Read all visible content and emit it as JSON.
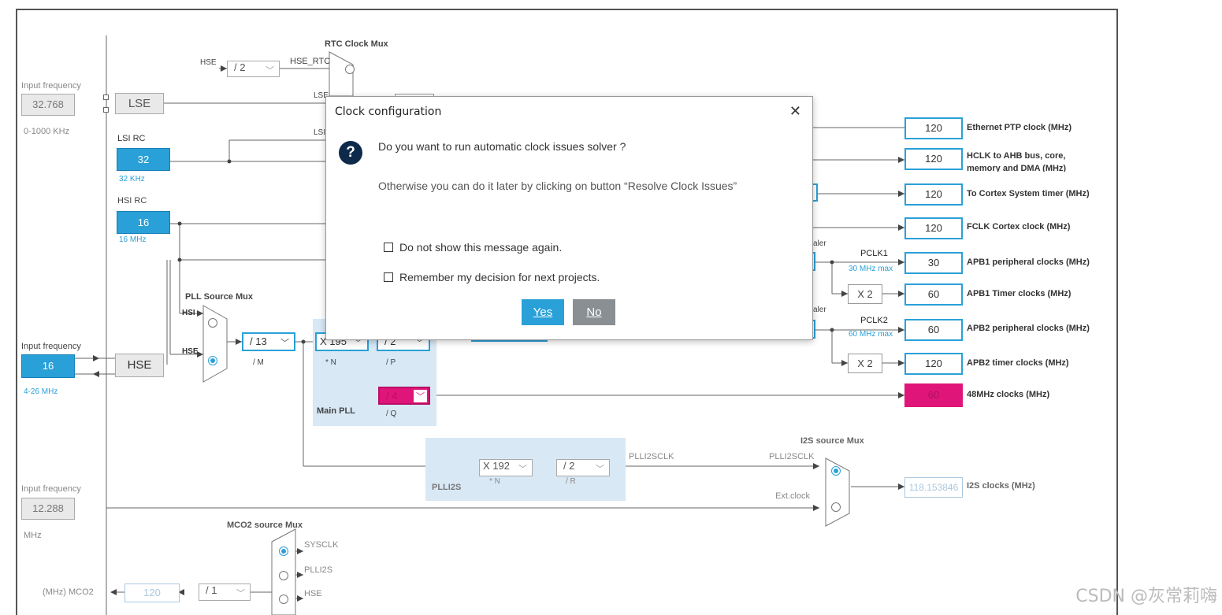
{
  "diagram": {
    "rtc_mux_label": "RTC Clock Mux",
    "hse_label": "HSE",
    "hse_div": "/ 2",
    "hse_rtc": "HSE_RTC",
    "lse_label": "LSE",
    "lsi_label": "LSI",
    "lse_input_label": "Input frequency",
    "lse_input_value": "32.768",
    "lse_range": "0-1000 KHz",
    "lse_box": "LSE",
    "lsi_rc_label": "LSI RC",
    "lsi_value": "32",
    "lsi_freq": "32 KHz",
    "hsi_rc_label": "HSI RC",
    "hsi_value": "16",
    "hsi_freq": "16 MHz",
    "pll_source_mux": "PLL Source Mux",
    "hsi_in": "HSI",
    "hse_in": "HSE",
    "hse_input_label": "Input frequency",
    "hse_input_value": "16",
    "hse_range": "4-26 MHz",
    "hse_box": "HSE",
    "pllm": "/ 13",
    "pllm_label": "/ M",
    "plln": "X 195",
    "plln_label": "* N",
    "pllp": "/ 2",
    "pllp_label": "/ P",
    "pllq": "/ 4",
    "pllq_label": "/ Q",
    "main_pll": "Main PLL",
    "pll2_n": "X 192",
    "pll2_n_label": "* N",
    "pll2_r": "/ 2",
    "pll2_r_label": "/ R",
    "plli2s": "PLLI2S",
    "plli2sclk": "PLLI2SCLK",
    "i2s_mux": "I2S source Mux",
    "i2s_mux_in1": "PLLI2SCLK",
    "i2s_mux_in2": "Ext.clock",
    "i2s_out_value": "118.153846",
    "i2s_out_label": "I2S clocks (MHz)",
    "ext_input_label": "Input frequency",
    "ext_input_value": "12.288",
    "ext_unit": "MHz",
    "mco2_mux": "MCO2 source Mux",
    "mco2_in1": "SYSCLK",
    "mco2_in2": "PLLI2S",
    "mco2_in3": "HSE",
    "mco2_label": "(MHz) MCO2",
    "mco2_value": "120",
    "mco2_div": "/ 1",
    "prescaler1": "aler",
    "prescaler2": "aler",
    "pclk1": "PCLK1",
    "pclk1_max": "30 MHz max",
    "pclk2": "PCLK2",
    "pclk2_max": "60 MHz max",
    "x2a": "X 2",
    "x2b": "X 2",
    "outputs": [
      {
        "value": "120",
        "label": "Ethernet PTP clock (MHz)"
      },
      {
        "value": "120",
        "label": "HCLK to AHB bus, core,",
        "label2": "memory and DMA (MHz)"
      },
      {
        "value": "120",
        "label": "To Cortex System timer (MHz)"
      },
      {
        "value": "120",
        "label": "FCLK Cortex clock (MHz)"
      },
      {
        "value": "30",
        "label": "APB1 peripheral clocks (MHz)"
      },
      {
        "value": "60",
        "label": "APB1 Timer clocks (MHz)"
      },
      {
        "value": "60",
        "label": "APB2 peripheral clocks (MHz)"
      },
      {
        "value": "120",
        "label": "APB2 timer clocks (MHz)"
      },
      {
        "value": "60",
        "label": "48MHz clocks (MHz)"
      }
    ]
  },
  "dialog": {
    "title": "Clock configuration",
    "question": "Do you want to run automatic clock issues solver ?",
    "hint": "Otherwise you can do it later by clicking on button “Resolve Clock Issues”",
    "check1": "Do not show this message again.",
    "check2": "Remember my decision for next projects.",
    "yes": "Yes",
    "no": "No"
  },
  "watermark": "CSDN @灰常莉嗨",
  "colors": {
    "accent": "#2aa0d8",
    "alert": "#e0157a"
  }
}
